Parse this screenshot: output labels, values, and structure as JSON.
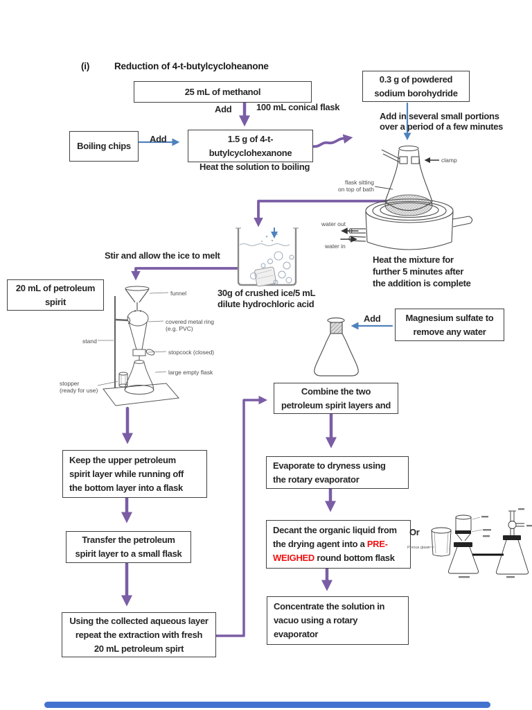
{
  "colors": {
    "arrow_purple": "#7a5da5",
    "arrow_blue": "#4f81bd",
    "highlight_red": "#ee1111",
    "box_border": "#3f3f3f",
    "ink": "#262626",
    "scrollbar_blue": "#4472cf"
  },
  "heading": {
    "index": "(i)",
    "title": "Reduction of 4-t-butylcycloheanone"
  },
  "boxes": {
    "methanol": [
      "25 mL of methanol"
    ],
    "borohydride": [
      "0.3 g of powdered",
      "sodium borohydride"
    ],
    "boiling_chips": [
      "Boiling chips"
    ],
    "ketone": [
      "1.5 g of 4-t-",
      "butylcyclohexanone"
    ],
    "petroleum_spirit": [
      "20 mL of petroleum",
      "spirit"
    ],
    "magnesium": [
      "Magnesium sulfate to",
      "remove any water"
    ],
    "combine": [
      "Combine the two",
      "petroleum spirit layers and"
    ],
    "keep_upper": [
      "Keep the upper petroleum",
      "spirit layer while running off",
      "the bottom layer into a flask"
    ],
    "transfer": [
      "Transfer the petroleum",
      "spirit layer to a small flask"
    ],
    "aqueous_repeat": [
      "Using the collected aqueous layer",
      "repeat the extraction with fresh",
      "20 mL petroleum spirt"
    ],
    "evaporate": [
      "Evaporate to dryness using",
      "the rotary evaporator"
    ],
    "decant": {
      "line1": "Decant the organic liquid from",
      "line2_black": "the drying agent into a ",
      "line2_red": "PRE-",
      "line3_red": "WEIGHED",
      "line3_black": " round bottom flask"
    },
    "concentrate": [
      "Concentrate the solution in",
      "vacuo using a rotary",
      "evaporator"
    ]
  },
  "notes": {
    "add_methanol": "Add",
    "add_chips": "Add",
    "add_magnesium": "Add",
    "conical_flask": "100 mL conical flask",
    "heat_boiling": "Heat the solution to boiling",
    "portions": [
      "Add in several small portions",
      "over a period of a few minutes"
    ],
    "heat_mixture": [
      "Heat the mixture for",
      "further 5 minutes after",
      "the addition is complete"
    ],
    "stir": "Stir and allow the ice to melt",
    "ice": [
      "30g of crushed ice/5 mL",
      "dilute hydrochloric acid"
    ],
    "or": "Or"
  },
  "apparatus": {
    "clamp": "clamp",
    "flask_sitting": [
      "flask sitting",
      "on top of bath"
    ],
    "water_out": "water out",
    "water_in": "water in",
    "funnel": "funnel",
    "metal_ring": [
      "covered metal ring",
      "(e.g. PVC)"
    ],
    "stand": "stand",
    "stopcock": "stopcock (closed)",
    "large_flask": "large empty flask",
    "stopper": [
      "stopper",
      "(ready for use)"
    ],
    "porous_glass": "Porous glass"
  }
}
